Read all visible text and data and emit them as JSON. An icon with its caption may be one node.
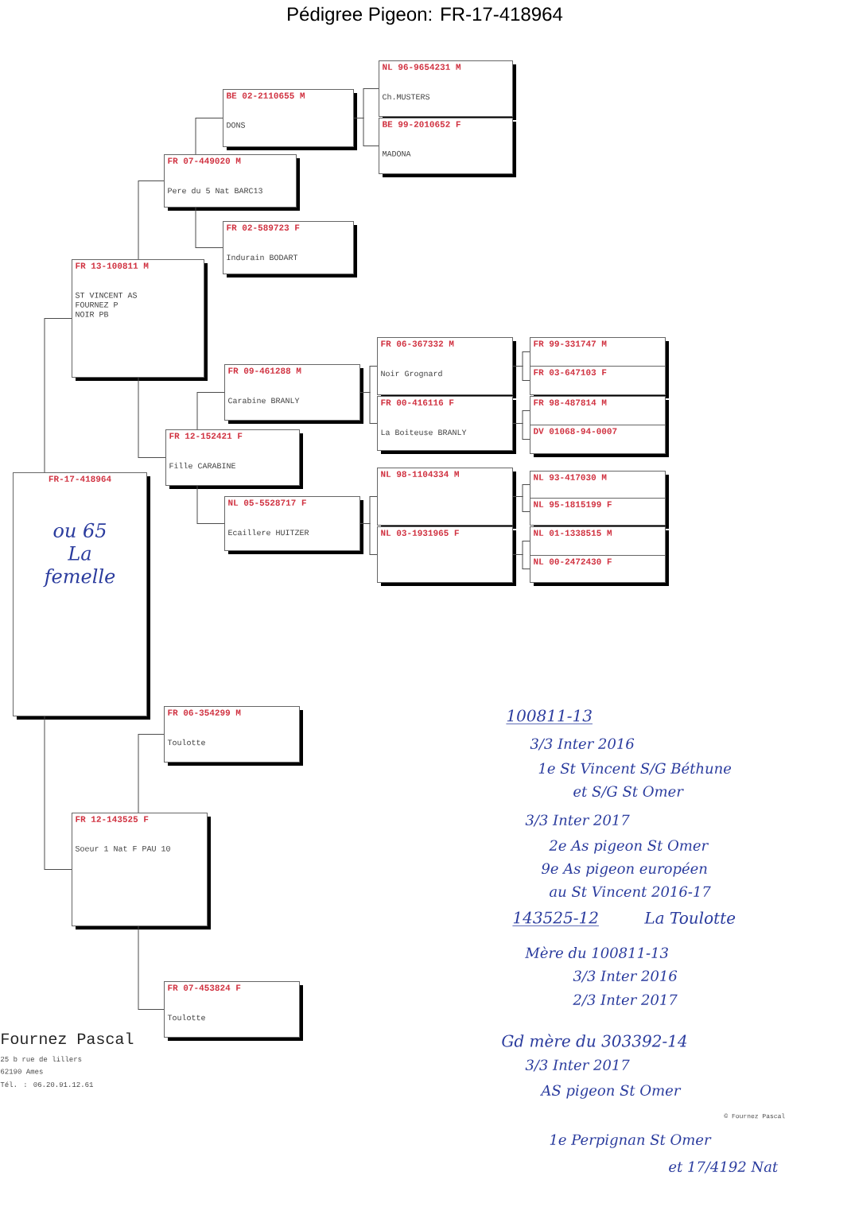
{
  "diagram": {
    "title": "Pédigree Pigeon: FR-17-418964",
    "nodes": [
      {
        "text": [
          "FR-17-418964",
          "ou 65 La femelle"
        ]
      },
      {
        "text": [
          "FR 13-100811 M",
          "ST VINCENT AS FOURNEZ P NOIR PB"
        ]
      },
      {
        "text": [
          "FR 07-449020 M",
          "Pere du 5 Nat BARC13"
        ]
      },
      {
        "text": [
          "BE 02-2110655 M",
          "DONS"
        ]
      },
      {
        "text": [
          "NL 96-9654231 M",
          "Ch.MUSTERS"
        ]
      },
      {
        "text": [
          "BE 99-2010652 F",
          "MADONA"
        ]
      },
      {
        "text": [
          "FR 02-589723 F",
          "Indurain BODART"
        ]
      },
      {
        "text": [
          "FR 12-152421 F",
          "Fille CARABINE"
        ]
      },
      {
        "text": [
          "FR 09-461288 M",
          "Carabine BRANLY"
        ]
      },
      {
        "text": [
          "FR 06-367332 M",
          "Noir Grognard"
        ]
      },
      {
        "text": [
          "FR 99-331747 M"
        ]
      },
      {
        "text": [
          "FR 03-647103 F"
        ]
      },
      {
        "text": [
          "FR 00-416116 F",
          "La Boiteuse BRANLY"
        ]
      },
      {
        "text": [
          "FR 98-487814 M"
        ]
      },
      {
        "text": [
          "DV 01068-94-0007"
        ]
      },
      {
        "text": [
          "NL 05-5528717 F",
          "Ecaillere HUITZER"
        ]
      },
      {
        "text": [
          "NL 98-1104334 M"
        ]
      },
      {
        "text": [
          "NL 93-417030 M"
        ]
      },
      {
        "text": [
          "NL 95-1815199 F"
        ]
      },
      {
        "text": [
          "NL 03-1931965 F"
        ]
      },
      {
        "text": [
          "NL 01-1338515 M"
        ]
      },
      {
        "text": [
          "NL 00-2472430 F"
        ]
      },
      {
        "text": [
          "FR 12-143525 F",
          "Soeur 1 Nat F PAU 10"
        ]
      },
      {
        "text": [
          "FR 06-354299 M",
          "Toulotte"
        ]
      },
      {
        "text": [
          "FR 07-453824 F",
          "Toulotte"
        ]
      }
    ],
    "edges": [
      {
        "from": 0,
        "to": 1,
        "arrow": "none"
      },
      {
        "from": 1,
        "to": 2,
        "arrow": "none"
      },
      {
        "from": 2,
        "to": 3,
        "arrow": "none"
      },
      {
        "from": 3,
        "to": 4,
        "arrow": "none"
      },
      {
        "from": 3,
        "to": 5,
        "arrow": "none"
      },
      {
        "from": 2,
        "to": 6,
        "arrow": "none"
      },
      {
        "from": 1,
        "to": 7,
        "arrow": "none"
      },
      {
        "from": 7,
        "to": 8,
        "arrow": "none"
      },
      {
        "from": 8,
        "to": 9,
        "arrow": "none"
      },
      {
        "from": 9,
        "to": 10,
        "arrow": "none"
      },
      {
        "from": 9,
        "to": 11,
        "arrow": "none"
      },
      {
        "from": 8,
        "to": 12,
        "arrow": "none"
      },
      {
        "from": 12,
        "to": 13,
        "arrow": "none"
      },
      {
        "from": 12,
        "to": 14,
        "arrow": "none"
      },
      {
        "from": 7,
        "to": 15,
        "arrow": "none"
      },
      {
        "from": 15,
        "to": 16,
        "arrow": "none"
      },
      {
        "from": 16,
        "to": 17,
        "arrow": "none"
      },
      {
        "from": 16,
        "to": 18,
        "arrow": "none"
      },
      {
        "from": 15,
        "to": 19,
        "arrow": "none"
      },
      {
        "from": 19,
        "to": 20,
        "arrow": "none"
      },
      {
        "from": 19,
        "to": 21,
        "arrow": "none"
      },
      {
        "from": 0,
        "to": 22,
        "arrow": "none"
      },
      {
        "from": 22,
        "to": 23,
        "arrow": "none"
      },
      {
        "from": 22,
        "to": 24,
        "arrow": "none"
      }
    ],
    "labels": [
      "100811-13",
      "3/3 Inter 2016",
      "1e St Vincent S/G Béthune",
      "et S/G St Omer",
      "3/3 Inter 2017",
      "2e As pigeon St Omer",
      "9e As pigeon européen",
      "au St Vincent 2016-17",
      "143525-12",
      "La Toulotte",
      "Mère du 100811-13",
      "3/3 Inter 2016",
      "2/3 Inter 2017",
      "Gd mère du 303392-14",
      "3/3 Inter 2017",
      "AS pigeon St Omer",
      "© Fournez Pascal",
      "1e Perpignan St Omer",
      "et 17/4192 Nat",
      "Fournez Pascal",
      "25 b rue de lillers",
      "62190 Ames",
      "Tél. : 06.20.91.12.61"
    ]
  }
}
